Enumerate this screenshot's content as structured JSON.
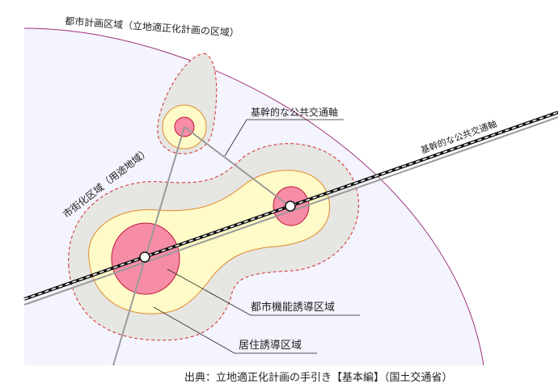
{
  "labels": {
    "city_planning_area": "都市計画区域（立地適正化計画の区域）",
    "urbanization_area": "市街化区域（用途地域）",
    "transit_axis_callout": "基幹的な公共交通軸",
    "transit_axis_rail": "基幹的な公共交通軸",
    "urban_function_area": "都市機能誘導区域",
    "residential_area": "居住誘導区域"
  },
  "source": "出典：立地適正化計画の手引き【基本編】（国土交通省）",
  "colors": {
    "city_planning_fill": "#f3f4fd",
    "city_planning_border": "#a0307a",
    "urbanization_fill": "#e6e6e3",
    "urbanization_border": "#d42a2a",
    "residential_fill": "#fffbc8",
    "residential_border": "#e08a2a",
    "urban_function_fill": "#f78ca6",
    "urban_function_border": "#c0143c",
    "transit_line": "#9a9a9a"
  }
}
